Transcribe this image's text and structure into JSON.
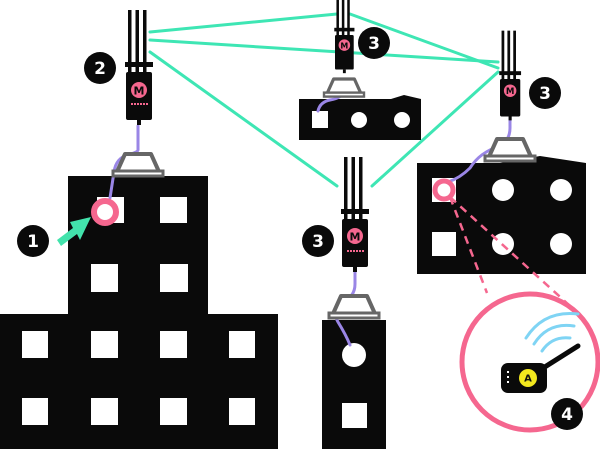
{
  "colors": {
    "building": "#0a0a0a",
    "window": "#ffffff",
    "link": "#3ee6b4",
    "cable": "#9a86e6",
    "sensor": "#f5678f",
    "arrow": "#42e3ac",
    "wifi": "#7fd4f4",
    "accent_yellow": "#f3e81e"
  },
  "device_logo": "M",
  "sensor_logo": "A",
  "callouts": [
    "1",
    "2",
    "3",
    "3",
    "3",
    "4"
  ],
  "icons": [
    "mesh-radio-icon",
    "antenna-icon",
    "sensor-ring-icon",
    "wifi-signal-icon",
    "pointer-arrow-icon"
  ]
}
